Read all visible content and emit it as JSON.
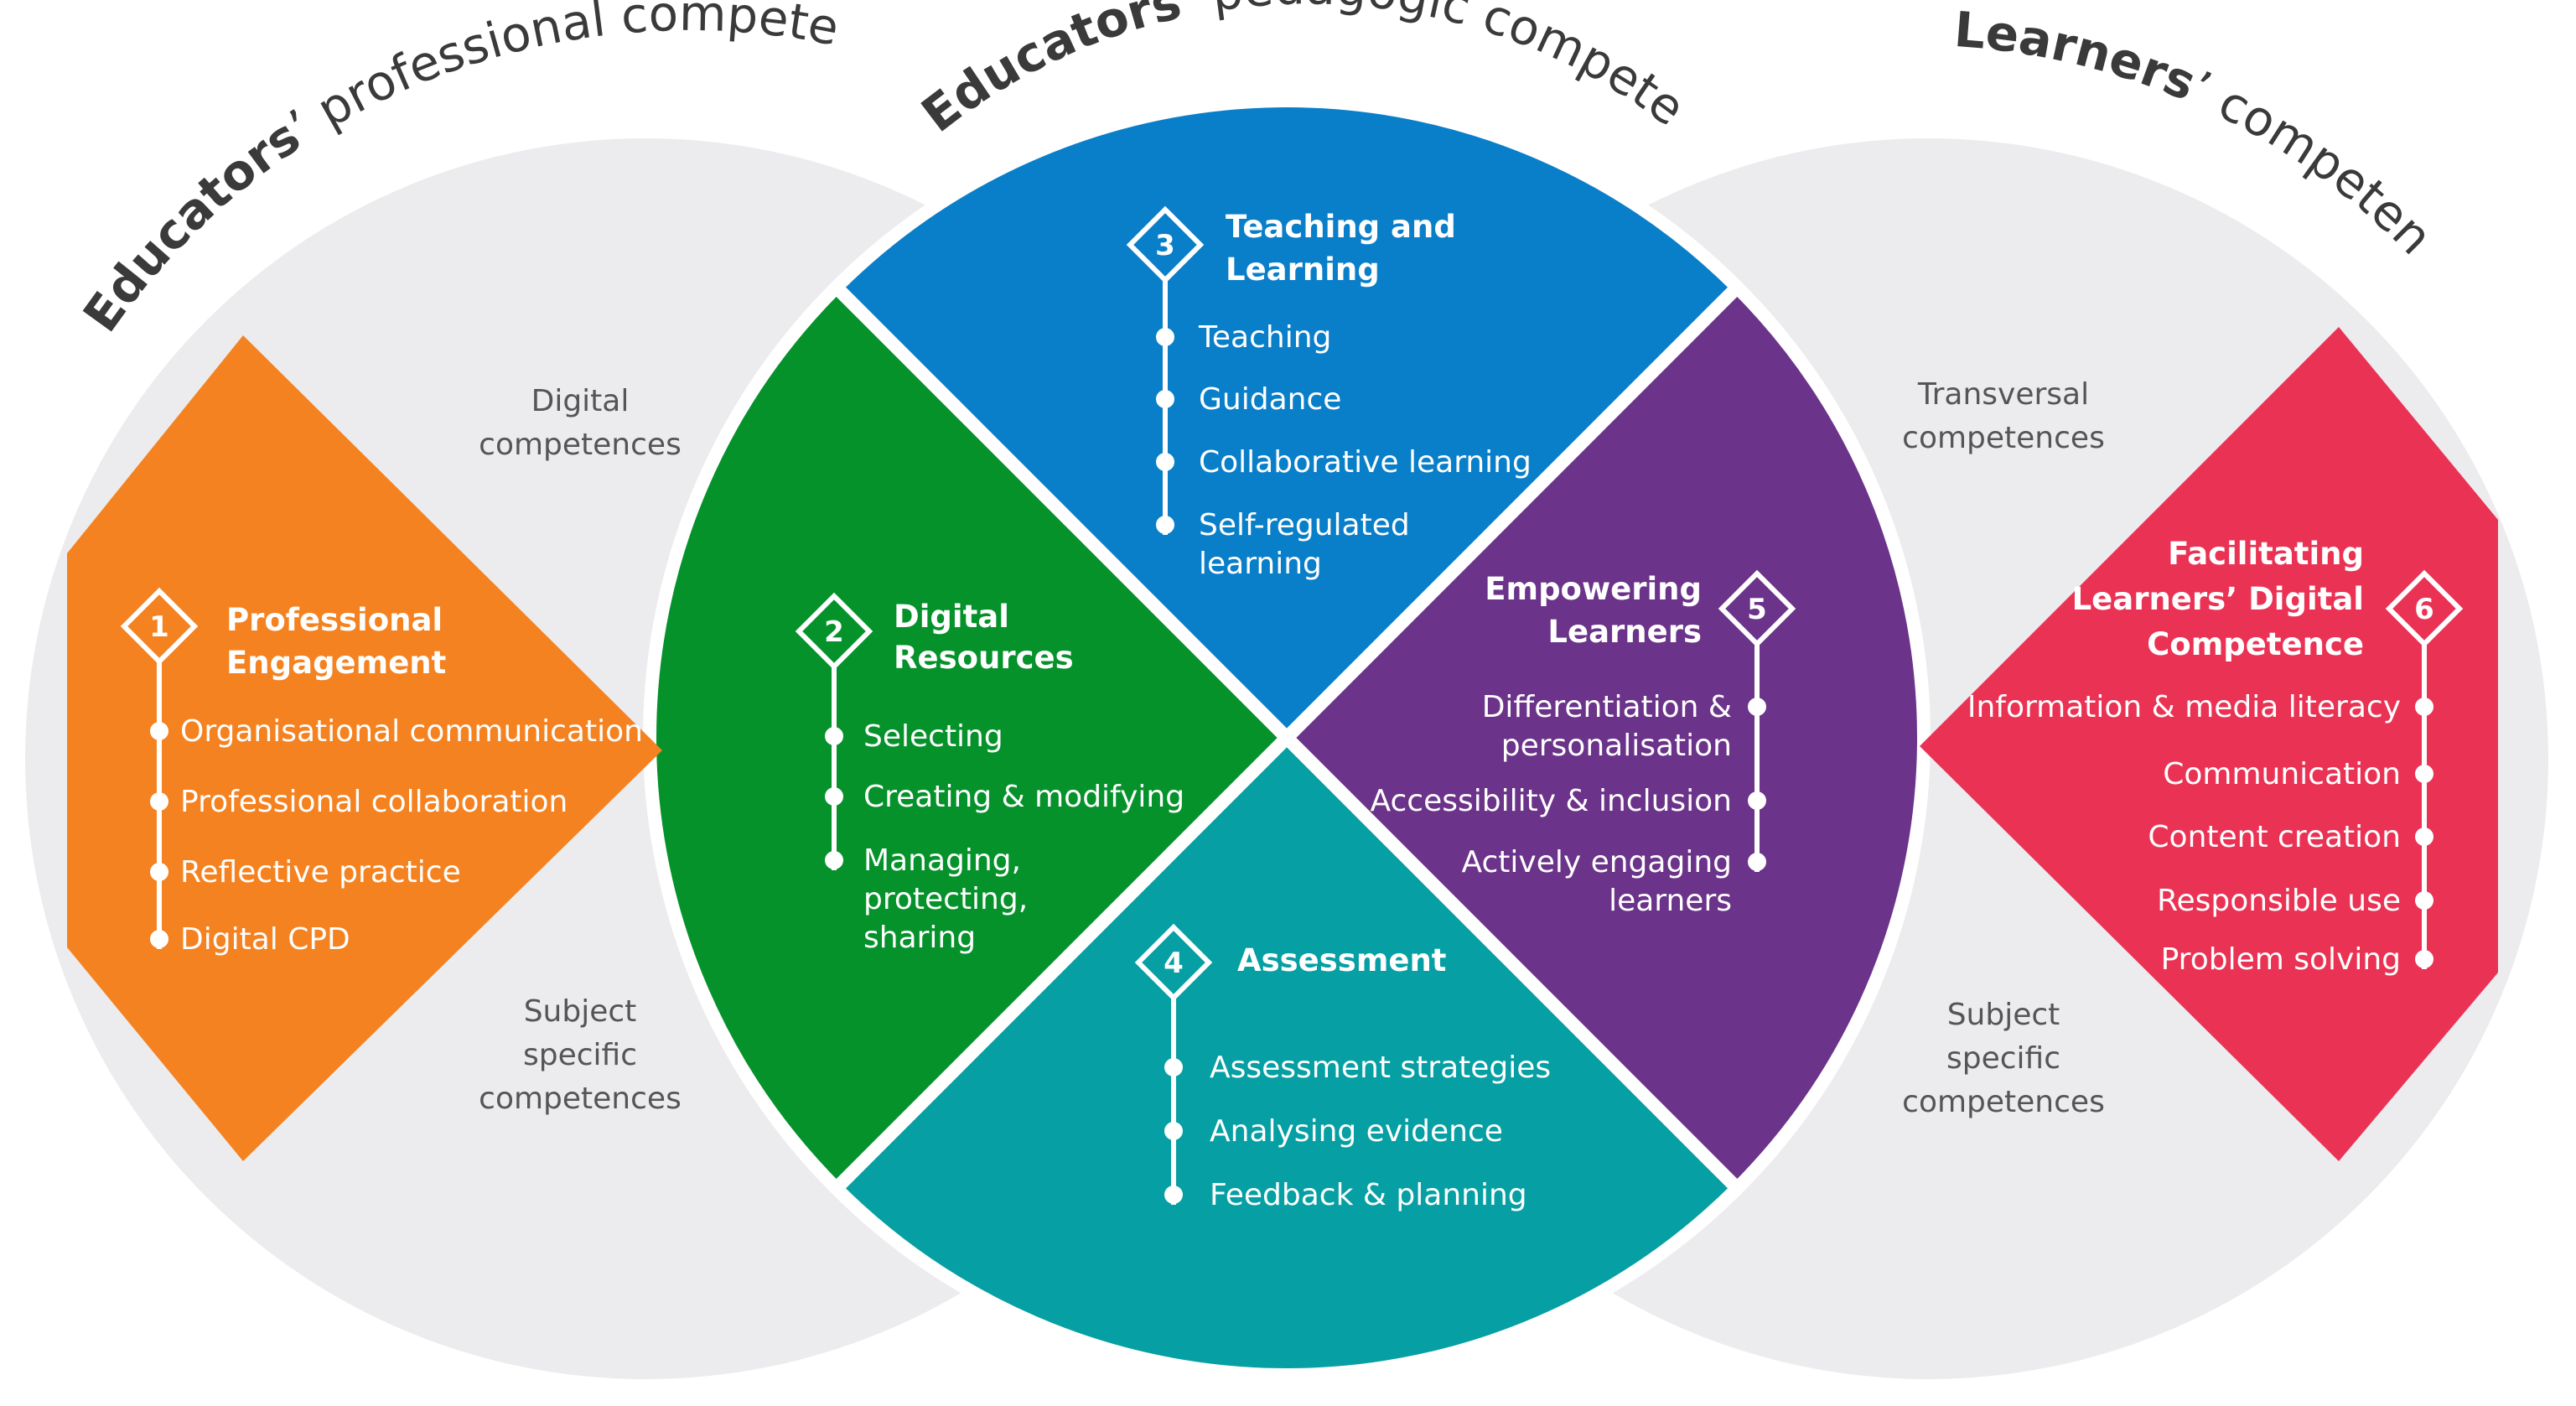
{
  "headings": {
    "left": {
      "bold": "Educators",
      "rest": "’ professional competences"
    },
    "center": {
      "bold": "Educators",
      "rest": "’ pedagogic competences"
    },
    "right": {
      "bold": "Learners",
      "rest": "’ competences"
    }
  },
  "side_labels": {
    "left_top": [
      "Digital",
      "competences"
    ],
    "left_bottom": [
      "Subject",
      "specific",
      "competences"
    ],
    "right_top": [
      "Transversal",
      "competences"
    ],
    "right_bottom": [
      "Subject",
      "specific",
      "competences"
    ]
  },
  "areas": [
    {
      "number": "1",
      "title": [
        "Professional",
        "Engagement"
      ],
      "color": "#f58220",
      "items": [
        [
          "Organisational communication"
        ],
        [
          "Professional collaboration"
        ],
        [
          "Reflective practice"
        ],
        [
          "Digital CPD"
        ]
      ]
    },
    {
      "number": "2",
      "title": [
        "Digital",
        "Resources"
      ],
      "color": "#05922b",
      "items": [
        [
          "Selecting"
        ],
        [
          "Creating & modifying"
        ],
        [
          "Managing,",
          "protecting,",
          "sharing"
        ]
      ]
    },
    {
      "number": "3",
      "title": [
        "Teaching and",
        "Learning"
      ],
      "color": "#0a7fc9",
      "items": [
        [
          "Teaching"
        ],
        [
          "Guidance"
        ],
        [
          "Collaborative learning"
        ],
        [
          "Self-regulated",
          "learning"
        ]
      ]
    },
    {
      "number": "4",
      "title": [
        "Assessment"
      ],
      "color": "#069fa3",
      "items": [
        [
          "Assessment strategies"
        ],
        [
          "Analysing evidence"
        ],
        [
          "Feedback & planning"
        ]
      ]
    },
    {
      "number": "5",
      "title": [
        "Empowering",
        "Learners"
      ],
      "color": "#6b3389",
      "items": [
        [
          "Differentiation &",
          "personalisation"
        ],
        [
          "Accessibility & inclusion"
        ],
        [
          "Actively engaging",
          "learners"
        ]
      ]
    },
    {
      "number": "6",
      "title": [
        "Facilitating",
        "Learners’ Digital",
        "Competence"
      ],
      "color": "#ea3354",
      "items": [
        [
          "Information & media literacy"
        ],
        [
          "Communication"
        ],
        [
          "Content creation"
        ],
        [
          "Responsible use"
        ],
        [
          "Problem solving"
        ]
      ]
    }
  ],
  "colors": {
    "background_circles": "#ececee"
  }
}
